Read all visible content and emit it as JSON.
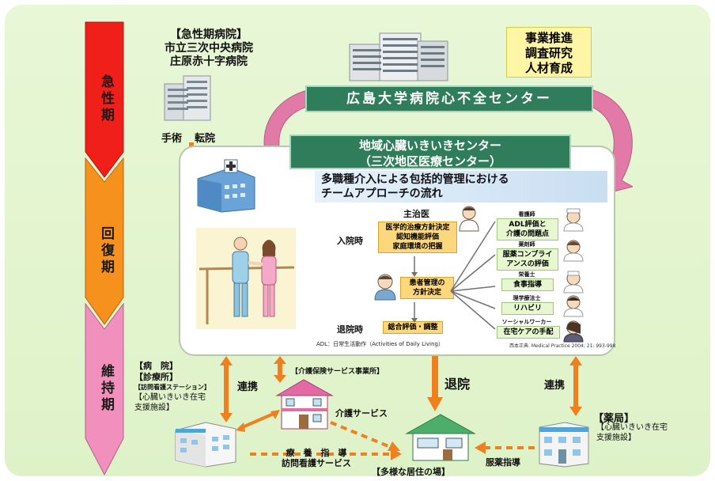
{
  "phases": {
    "acute": "急性期",
    "recovery": "回復期",
    "maintenance": "維持期"
  },
  "acute_hospital": {
    "title": "【急性期病院】",
    "name1": "市立三次中央病院",
    "name2": "庄原赤十字病院",
    "action1": "手術",
    "action2": "転院"
  },
  "research": {
    "line1": "事業推進",
    "line2": "調査研究",
    "line3": "人材育成"
  },
  "hiroshima_center": "広島大学病院心不全センター",
  "regional_center": {
    "line1": "地域心臓いきいきセンター",
    "line2": "（三次地区医療センター）"
  },
  "flow": {
    "title_line1": "多職種介入による包括的管理における",
    "title_line2": "チームアプローチの流れ",
    "admission": "入院時",
    "discharge": "退院時",
    "chief_doctor": "主治医",
    "doctor_task1": "医学的治療方針決定",
    "doctor_task2": "認知機能評価",
    "doctor_task3": "家庭環境の把握",
    "patient_policy1": "患者管理の",
    "patient_policy2": "方針決定",
    "overall": "総合評価・調整",
    "adl_note": "ADL：日常生活動作（Activities of Daily Living）",
    "citation": "西本正典. Medical Practice 2004; 21: 993-998",
    "roles": [
      {
        "role": "看護師",
        "task1": "ADL評価と",
        "task2": "介護の問題点"
      },
      {
        "role": "薬剤師",
        "task1": "服薬コンプライ",
        "task2": "アンスの評価"
      },
      {
        "role": "栄養士",
        "task1": "食事指導",
        "task2": ""
      },
      {
        "role": "理学療法士",
        "task1": "リハビリ",
        "task2": ""
      },
      {
        "role": "ソーシャルワーカー",
        "task1": "在宅ケアの手配",
        "task2": ""
      }
    ]
  },
  "bottom": {
    "hospital_l1": "【病　院】",
    "hospital_l2": "【診療所】",
    "hospital_l3": "【訪問看護ステーション】",
    "hospital_l4": "【心臓いきいき在宅",
    "hospital_l5": "支援施設】",
    "link_left": "連携",
    "care_office": "【介護保険サービス事業所】",
    "care_service": "介護サービス",
    "guidance1": "療　養　指　導",
    "guidance2": "訪問看護サービス",
    "discharge": "退院",
    "home": "【多様な居住の場】",
    "link_right": "連携",
    "pharmacy": "【薬局】",
    "pharmacy_l2": "【心臓いきいき在宅",
    "pharmacy_l3": "支援施設】",
    "med_guidance": "服薬指導"
  },
  "colors": {
    "acute": "#e8251d",
    "recovery": "#f7921e",
    "maintenance": "#f08fbc",
    "center_green": "#2f7d5a",
    "arrow_orange": "#f07f1e",
    "curve_pink": "#e07aa7"
  }
}
